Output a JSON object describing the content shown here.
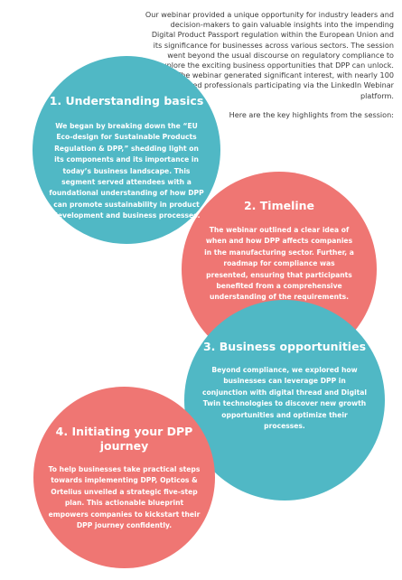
{
  "intro": {
    "paragraph": "Our webinar provided a unique opportunity for industry leaders and decision-makers to gain valuable insights into the impending Digital Product Passport regulation within the European Union and its significance for businesses across various sectors. The session went beyond the usual discourse on regulatory compliance to explore the exciting business opportunities that DPP can unlock. The webinar generated significant interest, with nearly 100 dedicated professionals participating via the LinkedIn Webinar platform.",
    "highlights": "Here are the key highlights from the session:"
  },
  "colors": {
    "teal": "#50b8c5",
    "coral": "#ef7673"
  },
  "sections": [
    {
      "title": "1. Understanding basics",
      "body": "We began by breaking down the “EU Eco-design for Sustainable Products Regulation & DPP,” shedding light on its components and its importance in today’s business landscape. This segment served attendees with a foundational understanding of how DPP can promote sustainability in product development and business processes."
    },
    {
      "title": "2. Timeline",
      "body": "The webinar outlined a clear idea of when and how DPP affects companies in the manufacturing sector. Further, a roadmap for compliance was presented, ensuring that participants benefited from a comprehensive understanding of the requirements."
    },
    {
      "title": "3. Business opportunities",
      "body": "Beyond compliance, we explored how businesses can leverage DPP in conjunction with digital thread and Digital Twin technologies to discover new growth opportunities and optimize their processes."
    },
    {
      "title": "4. Initiating your DPP journey",
      "body": "To help businesses take practical steps towards implementing DPP, Opticos & Ortelius unveiled a strategic five-step plan. This actionable blueprint empowers companies to kickstart their DPP journey confidently."
    }
  ]
}
